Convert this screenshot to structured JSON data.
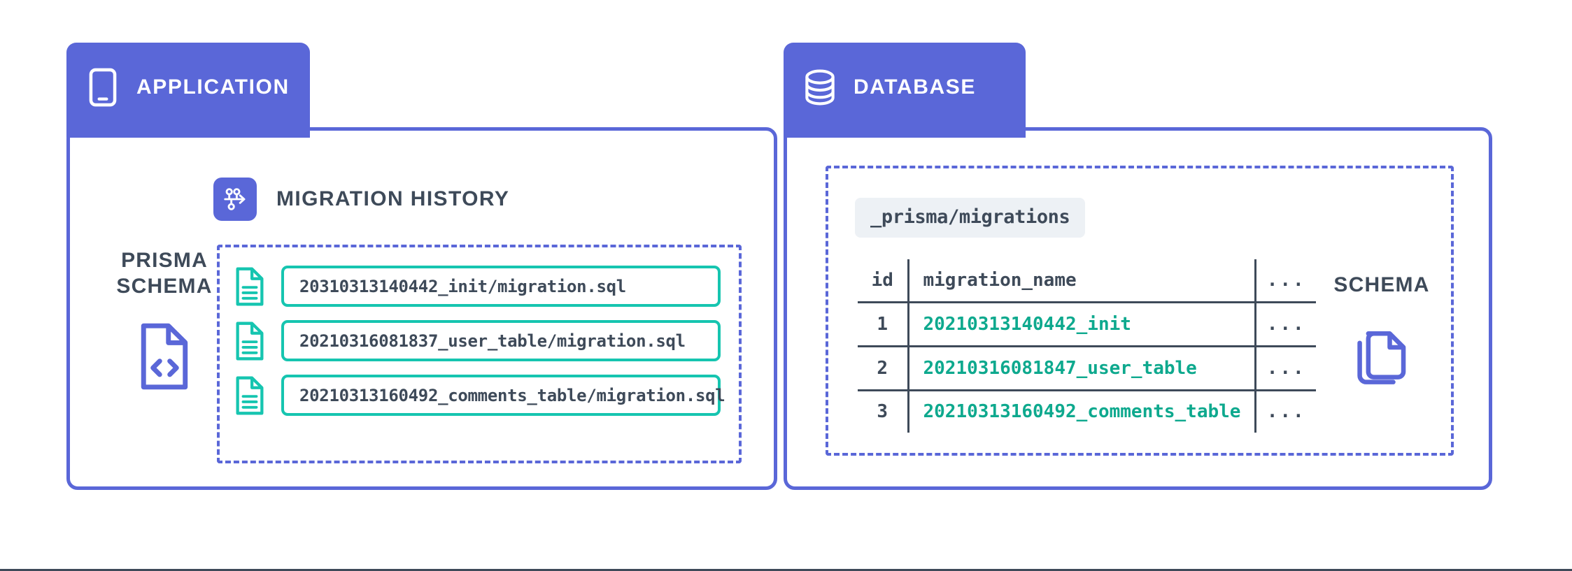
{
  "panels": {
    "application": {
      "tab_label": "APPLICATION",
      "tab_icon": "mobile-device-icon",
      "side_label_line1": "PRISMA",
      "side_label_line2": "SCHEMA",
      "side_icon": "code-file-icon",
      "section_title": "MIGRATION HISTORY",
      "section_icon": "migration-branch-icon",
      "files": [
        {
          "icon": "document-icon",
          "path": "20310313140442_init/migration.sql"
        },
        {
          "icon": "document-icon",
          "path": "20210316081837_user_table/migration.sql"
        },
        {
          "icon": "document-icon",
          "path": "20210313160492_comments_table/migration.sql"
        }
      ]
    },
    "database": {
      "tab_label": "DATABASE",
      "tab_icon": "database-cylinder-icon",
      "side_label": "SCHEMA",
      "side_icon": "copy-documents-icon",
      "table_chip": "_prisma/migrations",
      "table": {
        "columns": [
          "id",
          "migration_name",
          "..."
        ],
        "rows": [
          {
            "id": "1",
            "migration_name": "20210313140442_init",
            "more": "..."
          },
          {
            "id": "2",
            "migration_name": "20210316081847_user_table",
            "more": "..."
          },
          {
            "id": "3",
            "migration_name": "20210313160492_comments_table",
            "more": "..."
          }
        ]
      }
    }
  },
  "colors": {
    "indigo": "#5A67D8",
    "teal": "#16C5B0",
    "teal_text": "#0EA98E",
    "slate": "#3E4A59",
    "chip_bg": "#EDF1F5",
    "white": "#FFFFFF"
  }
}
